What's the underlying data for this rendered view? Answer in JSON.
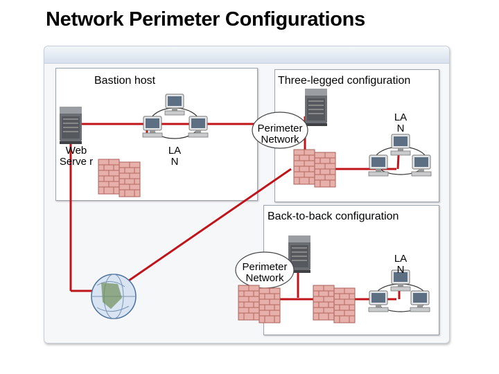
{
  "title": "Network Perimeter Configurations",
  "panels": {
    "bastion": {
      "heading": "Bastion host",
      "server_label": "Web Serve r",
      "lan_label": "LA N"
    },
    "three_legged": {
      "heading": "Three-legged configuration",
      "perimeter_label": "Perimeter Network",
      "lan_label": "LA N"
    },
    "back_to_back": {
      "heading": "Back-to-back configuration",
      "perimeter_label": "Perimeter Network",
      "lan_label": "LA N"
    }
  },
  "colors": {
    "link": "#c0141b",
    "panel_border": "#9aa4b0",
    "firewall": "#d88880"
  },
  "icons": [
    "server-icon",
    "firewall-icon",
    "workstation-icon",
    "globe-icon"
  ]
}
